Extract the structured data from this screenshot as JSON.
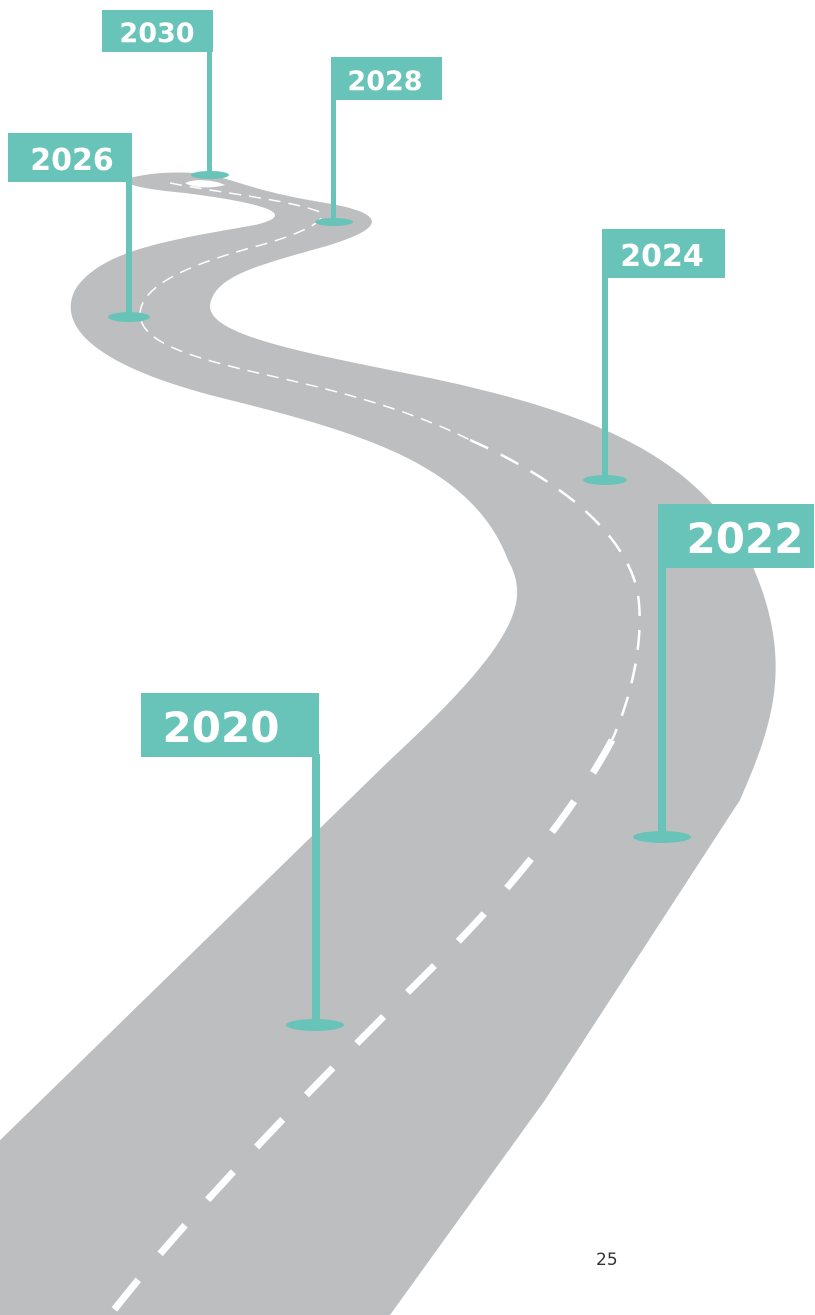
{
  "colors": {
    "road": "#bdbec0",
    "lane_marking": "#ffffff",
    "flag": "#68c3b8",
    "flag_text": "#ffffff",
    "background": "#ffffff"
  },
  "milestones": [
    {
      "label": "2020"
    },
    {
      "label": "2022"
    },
    {
      "label": "2024"
    },
    {
      "label": "2026"
    },
    {
      "label": "2028"
    },
    {
      "label": "2030"
    }
  ],
  "page_number": "25"
}
